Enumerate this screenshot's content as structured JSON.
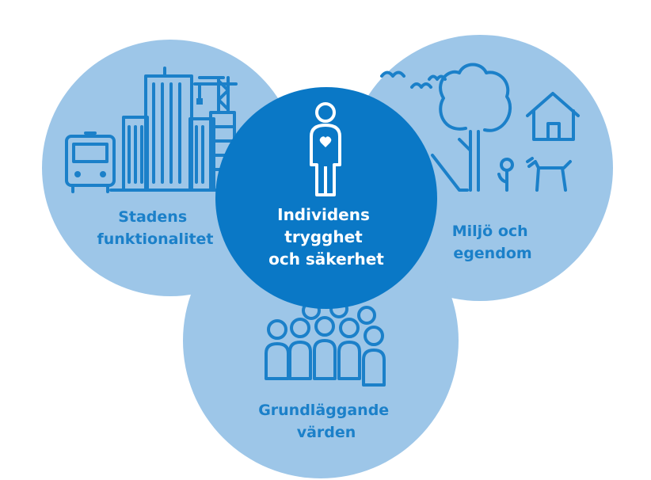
{
  "colors": {
    "outer_circle": "#9dc6e8",
    "center_circle": "#0a78c6",
    "icon": "#1b80c9",
    "label_outer": "#1b80c9",
    "label_center": "#ffffff"
  },
  "center": {
    "icon": "person-heart-icon",
    "label_lines": [
      "Individens",
      "trygghet",
      "och säkerhet"
    ]
  },
  "left": {
    "icons": [
      "bus-icon",
      "buildings-icon",
      "crane-icon"
    ],
    "label_lines": [
      "Stadens",
      "funktionalitet"
    ]
  },
  "right": {
    "icons": [
      "birds-icon",
      "tree-icon",
      "house-icon",
      "flower-icon",
      "dog-icon"
    ],
    "label_lines": [
      "Miljö och",
      "egendom"
    ]
  },
  "bottom": {
    "icons": [
      "people-group-icon"
    ],
    "label_lines": [
      "Grundläggande",
      "värden"
    ]
  }
}
